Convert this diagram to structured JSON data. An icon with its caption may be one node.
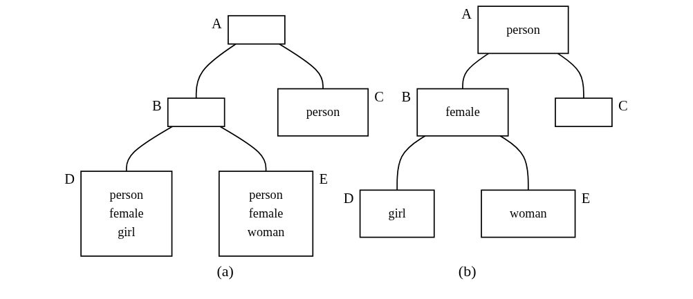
{
  "diagram": {
    "nodes": [
      {
        "text": [],
        "shape": "box",
        "beside": [
          "A"
        ]
      },
      {
        "text": [],
        "shape": "box",
        "beside": [
          "B"
        ]
      },
      {
        "text": [
          "person"
        ],
        "beside": [
          "C"
        ]
      },
      {
        "text": [
          "person",
          "female",
          "girl"
        ],
        "beside": [
          "D"
        ]
      },
      {
        "text": [
          "person",
          "female",
          "woman"
        ],
        "beside": [
          "E"
        ]
      },
      {
        "text": [
          "person"
        ],
        "beside": [
          "A"
        ]
      },
      {
        "text": [
          "female"
        ],
        "beside": [
          "B"
        ]
      },
      {
        "text": [],
        "shape": "box",
        "beside": [
          "C"
        ]
      },
      {
        "text": [
          "girl"
        ],
        "beside": [
          "D"
        ]
      },
      {
        "text": [
          "woman"
        ],
        "beside": [
          "E"
        ]
      }
    ],
    "edges": [
      {
        "from": 0,
        "to": 1,
        "arrow": "none"
      },
      {
        "from": 0,
        "to": 2,
        "arrow": "none"
      },
      {
        "from": 1,
        "to": 3,
        "arrow": "none"
      },
      {
        "from": 1,
        "to": 4,
        "arrow": "none"
      },
      {
        "from": 5,
        "to": 6,
        "arrow": "none"
      },
      {
        "from": 5,
        "to": 7,
        "arrow": "none"
      },
      {
        "from": 6,
        "to": 8,
        "arrow": "none"
      },
      {
        "from": 6,
        "to": 9,
        "arrow": "none"
      }
    ],
    "labels": [
      "(a)",
      "(b)"
    ]
  }
}
